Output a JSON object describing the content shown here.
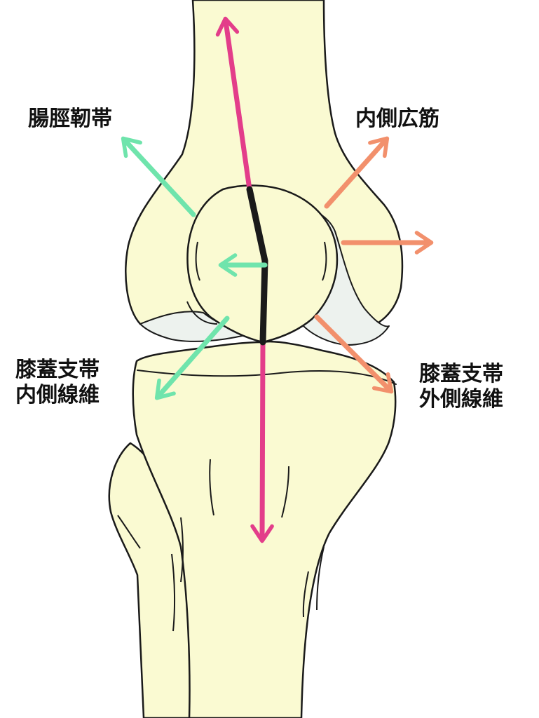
{
  "labels": {
    "iliotibial_band": "腸脛靭帯",
    "vastus_medialis": "内側広筋",
    "medial_retinaculum": [
      "膝蓋支帯",
      "内側線維"
    ],
    "lateral_retinaculum": [
      "膝蓋支帯",
      "外側線維"
    ]
  },
  "colors": {
    "bone": "#fafad2",
    "cartilage": "#edf2ee",
    "outline": "#1a1a1a",
    "axis": "#e33d8a",
    "lateral_pull": "#6fe4ac",
    "medial_pull": "#f2906c",
    "patella_axis": "#1a1a1a"
  }
}
